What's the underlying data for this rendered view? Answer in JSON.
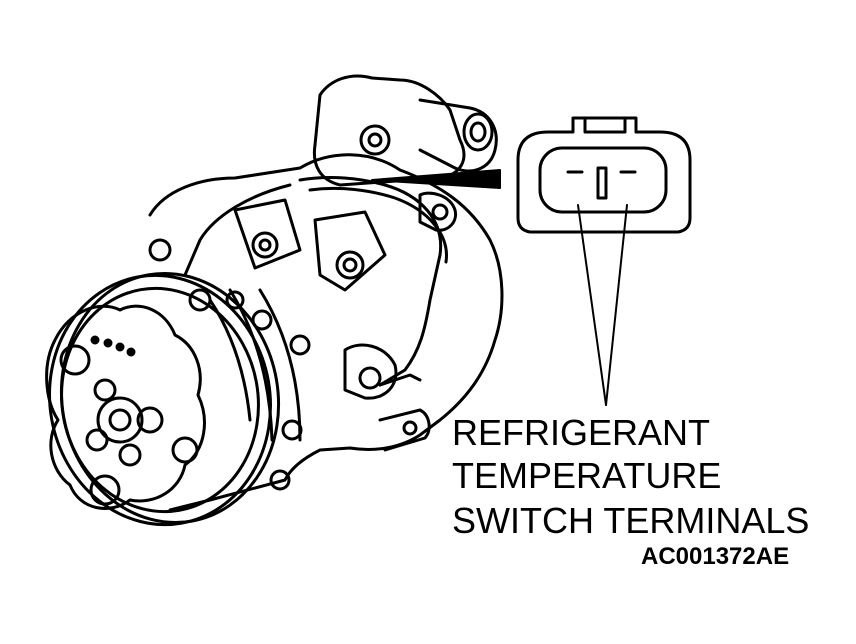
{
  "callout": {
    "lines": [
      "REFRIGERANT",
      "TEMPERATURE",
      "SWITCH TERMINALS"
    ]
  },
  "figure_code": "AC001372AE",
  "colors": {
    "ink": "#000000",
    "paper": "#ffffff"
  },
  "icons": {
    "compressor": "ac-compressor-line-drawing",
    "connector": "two-pin-connector-closeup"
  }
}
